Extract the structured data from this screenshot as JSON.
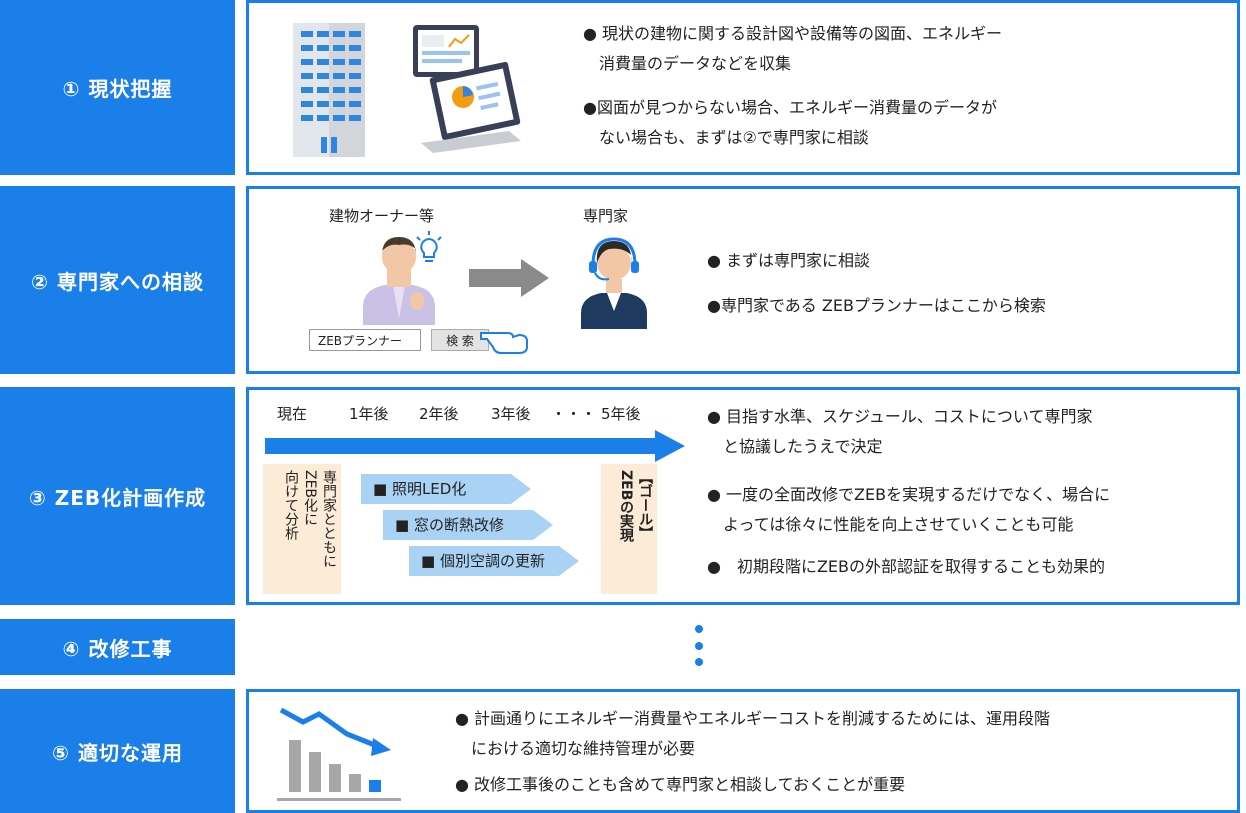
{
  "steps": [
    {
      "label": "① 現状把握"
    },
    {
      "label": "② 専門家への相談"
    },
    {
      "label": "③ ZEB化計画作成"
    },
    {
      "label": "④ 改修工事"
    },
    {
      "label": "⑤ 適切な運用"
    }
  ],
  "step1": {
    "bullets": [
      "● 現状の建物に関する設計図や設備等の図面、エネルギー\n　消費量のデータなどを収集",
      "●図面が見つからない場合、エネルギー消費量のデータが\n　ない場合も、まずは②で専門家に相談"
    ]
  },
  "step2": {
    "owner_label": "建物オーナー等",
    "expert_label": "専門家",
    "search_input": "ZEBプランナー",
    "search_button": "検 索",
    "bullets": [
      "● まずは専門家に相談",
      "●専門家である ZEBプランナーはここから検索"
    ]
  },
  "step3": {
    "timeline": [
      "現在",
      "1年後",
      "2年後",
      "3年後",
      "・・・",
      "5年後"
    ],
    "left_box": "専門家とともに\nZEB化に\n向けて分析",
    "goal_box": "【ゴール】\nZEBの実現",
    "actions": [
      "■ 照明LED化",
      "■ 窓の断熱改修",
      "■ 個別空調の更新"
    ],
    "bullets": [
      "● 目指す水準、スケジュール、コストについて専門家\n　と協議したうえで決定",
      "● 一度の全面改修でZEBを実現するだけでなく、場合に\n　よっては徐々に性能を向上させていくことも可能",
      "●　初期段階にZEBの外部認証を取得することも効果的"
    ]
  },
  "step5": {
    "bullets": [
      "● 計画通りにエネルギー消費量やエネルギーコストを削減するためには、運用段階\n　における適切な維持管理が必要",
      "● 改修工事後のことも含めて専門家と相談しておくことが重要"
    ]
  },
  "colors": {
    "primary": "#1a7fe8",
    "light_arrow": "#a9d2f5",
    "beige": "#fcebd6",
    "gray_arrow": "#8a8a8a"
  }
}
